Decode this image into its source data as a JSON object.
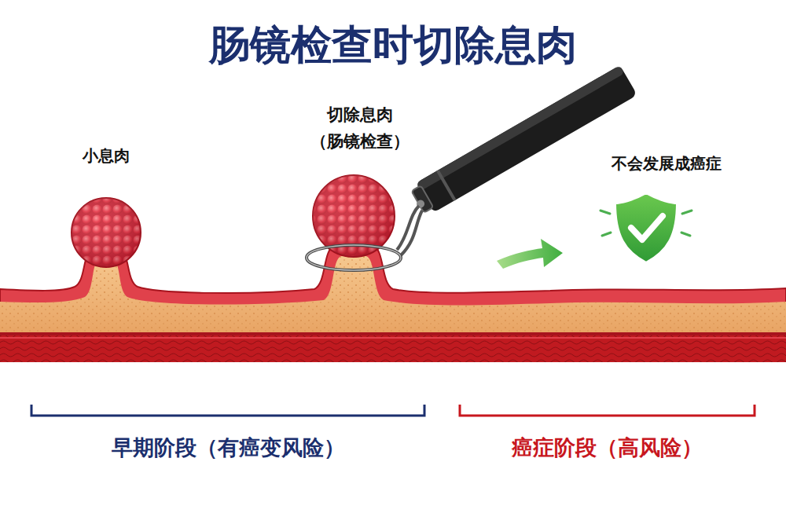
{
  "diagram": {
    "title": "肠镜检查时切除息肉",
    "labels": [
      "小息肉",
      "切除息肉",
      "（肠镜检查）",
      "不会发展成癌症",
      "早期阶段（有癌变风险）",
      "癌症阶段（高风险）"
    ]
  }
}
